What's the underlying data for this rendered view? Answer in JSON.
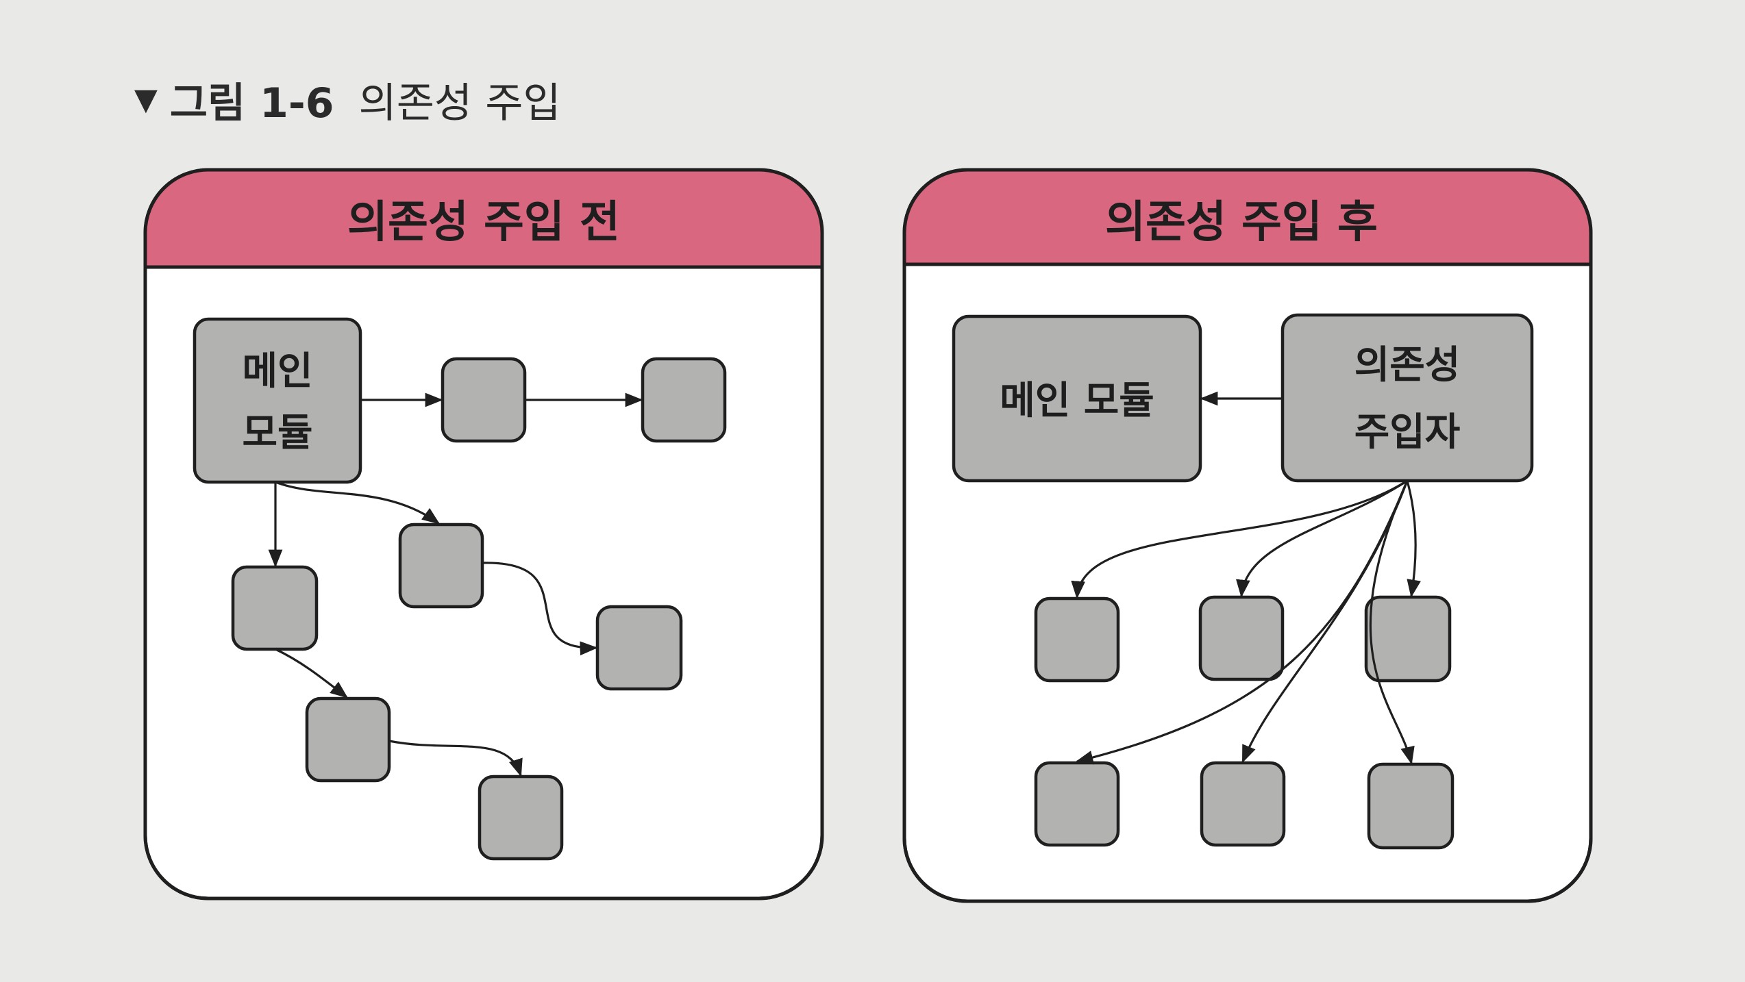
{
  "caption": {
    "marker": "▼",
    "number": "그림 1-6",
    "title": "의존성 주입"
  },
  "panels": {
    "before": {
      "title": "의존성 주입 전",
      "main_module_line1": "메인",
      "main_module_line2": "모듈"
    },
    "after": {
      "title": "의존성 주입 후",
      "main_module": "메인 모듈",
      "injector_line1": "의존성",
      "injector_line2": "주입자"
    }
  },
  "colors": {
    "header": "#d9677f",
    "box_fill": "#b2b2b0",
    "stroke": "#1f1f1f",
    "panel_fill": "#ffffff",
    "page_background": "#e9e9e7"
  }
}
